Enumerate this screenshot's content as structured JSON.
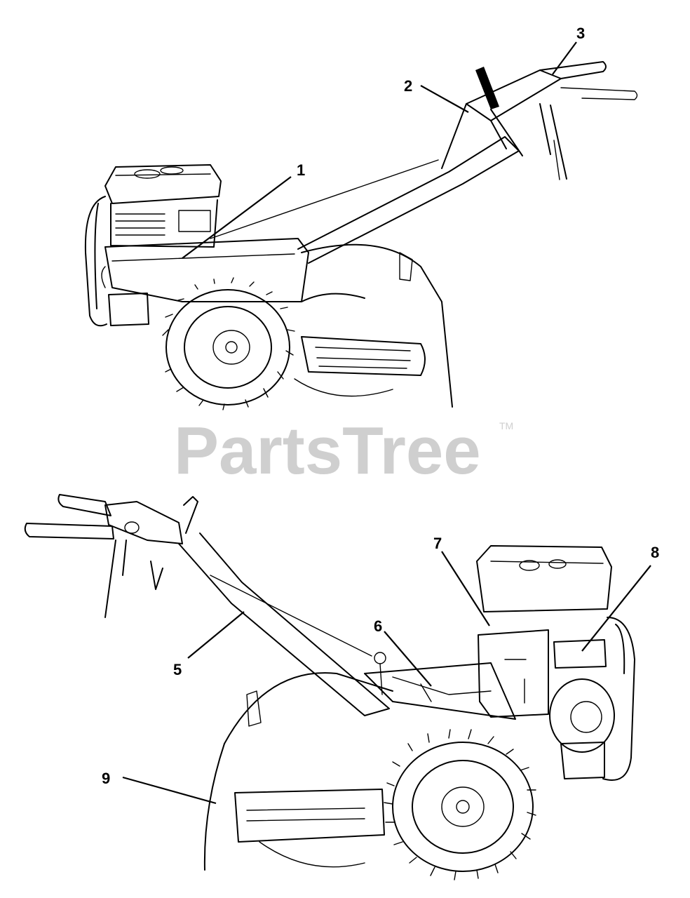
{
  "watermark": {
    "text": "PartsTree",
    "trademark": "TM"
  },
  "callouts": {
    "c1": "1",
    "c2": "2",
    "c3": "3",
    "c5": "5",
    "c6": "6",
    "c7": "7",
    "c8": "8",
    "c9": "9"
  }
}
